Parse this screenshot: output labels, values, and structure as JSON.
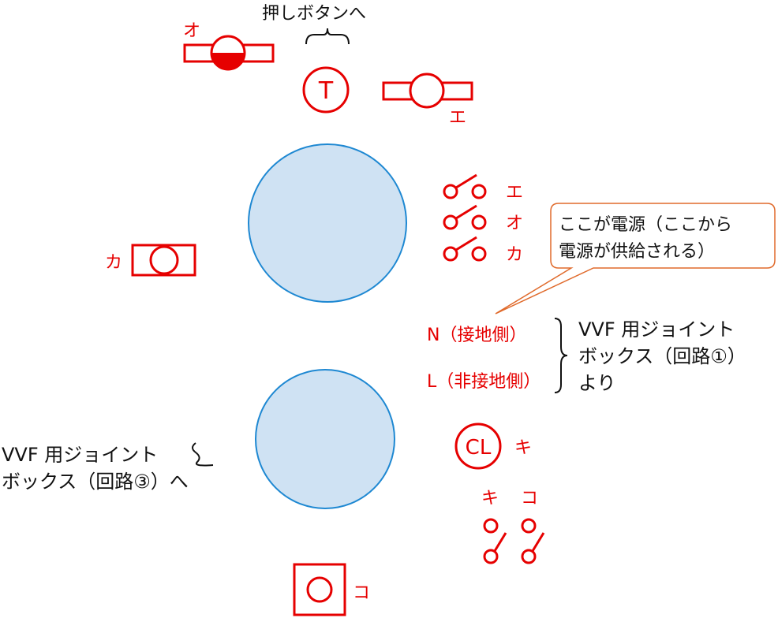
{
  "colors": {
    "symbol": "#e60000",
    "box_fill": "#cfe2f3",
    "box_stroke": "#1e88d2",
    "text": "#111111",
    "callout_stroke": "#e06a2b"
  },
  "labels": {
    "push_button": "押しボタンへ",
    "o_top": "オ",
    "e_top": "エ",
    "ka_left": "カ",
    "switch_e": "エ",
    "switch_o": "オ",
    "switch_ka": "カ",
    "neutral": "N（接地側）",
    "live": "L（非接地側）",
    "vvf1_line1": "VVF 用ジョイント",
    "vvf1_line2": "ボックス（回路①）",
    "vvf1_line3": "より",
    "vvf3_line1": "VVF 用ジョイント",
    "vvf3_line2": "ボックス（回路③）へ",
    "callout_line1": "ここが電源（ここから",
    "callout_line2": "電源が供給される）",
    "cl_label": "キ",
    "switch_ki": "キ",
    "switch_ko": "コ",
    "outlet_ko": "コ"
  },
  "symbols": {
    "timer": "T",
    "ceiling_light": "CL"
  }
}
